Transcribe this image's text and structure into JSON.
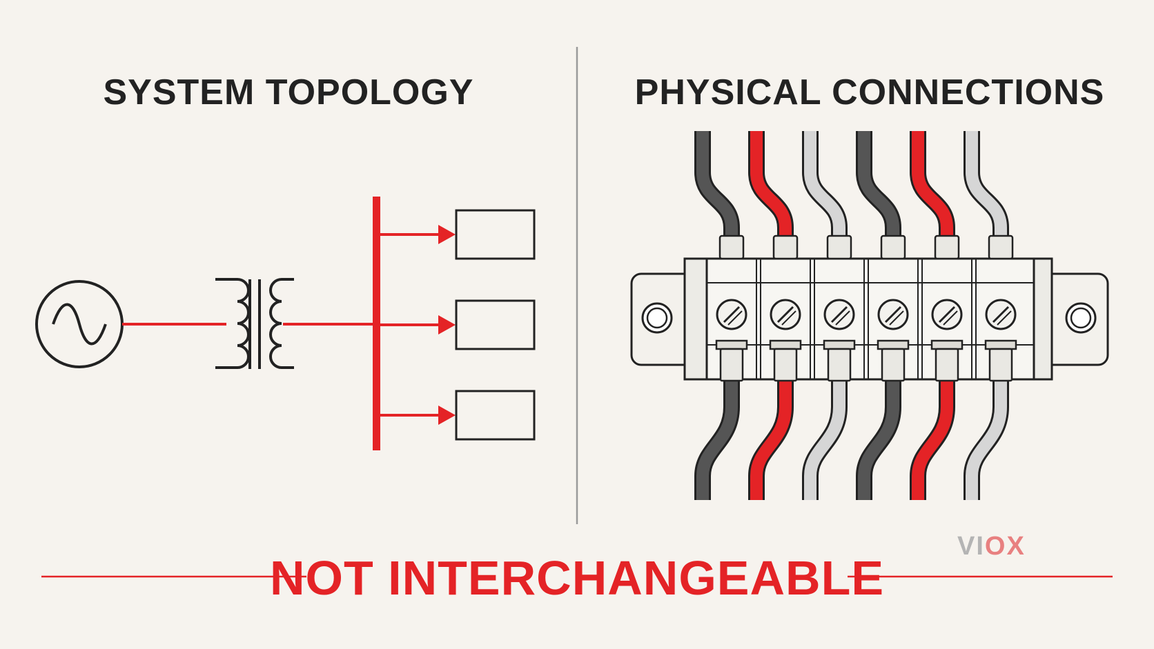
{
  "left_panel": {
    "title": "SYSTEM TOPOLOGY"
  },
  "right_panel": {
    "title": "PHYSICAL CONNECTIONS"
  },
  "footer": {
    "text": "NOT INTERCHANGEABLE"
  },
  "logo": {
    "text": "VIOX"
  },
  "colors": {
    "background": "#f6f3ee",
    "accent": "#e42326",
    "ink": "#222222",
    "wire_dark": "#555555",
    "wire_red": "#e42326",
    "wire_light": "#d6d6d6",
    "divider": "#9a9a9a",
    "logo_gray": "#b4b4b4",
    "logo_red": "#e88080"
  },
  "topology": {
    "load_count": 3
  },
  "terminal_block": {
    "terminal_count": 6,
    "wires_top": [
      "dark",
      "red",
      "light",
      "dark",
      "red",
      "light"
    ],
    "wires_bottom": [
      "dark",
      "red",
      "light",
      "dark",
      "red",
      "light"
    ]
  }
}
